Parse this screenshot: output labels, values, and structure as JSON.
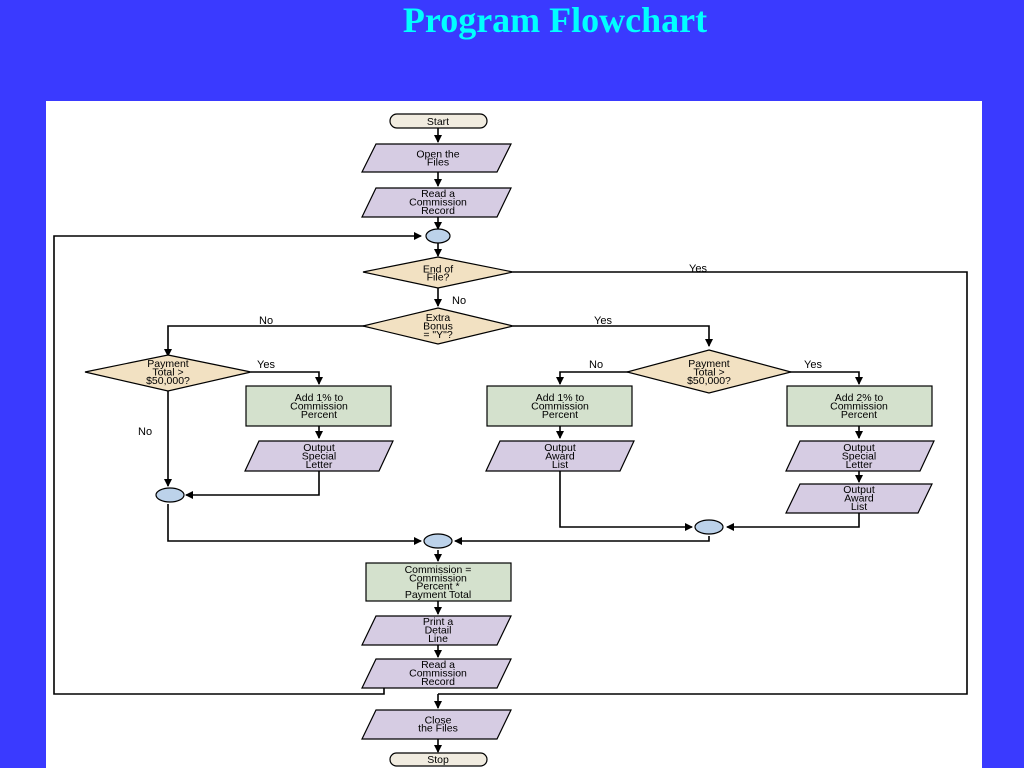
{
  "title": "Program Flowchart",
  "colors": {
    "background": "#3a3aff",
    "title": "#00ffff",
    "terminal": "#f1ece0",
    "io": "#d6cce3",
    "process": "#d4e1cd",
    "decision": "#f2e1c2",
    "connector": "#bcd2ea"
  },
  "nodes": {
    "start": "Start",
    "open_files": [
      "Open the",
      "Files"
    ],
    "read_record_1": [
      "Read a",
      "Commission",
      "Record"
    ],
    "end_of_file": [
      "End of",
      "File?"
    ],
    "extra_bonus": [
      "Extra",
      "Bonus",
      "= \"Y\"?"
    ],
    "payment_left": [
      "Payment",
      "Total >",
      "$50,000?"
    ],
    "payment_right": [
      "Payment",
      "Total >",
      "$50,000?"
    ],
    "add1_left": [
      "Add 1% to",
      "Commission",
      "Percent"
    ],
    "add1_mid": [
      "Add 1% to",
      "Commission",
      "Percent"
    ],
    "add2_right": [
      "Add 2% to",
      "Commission",
      "Percent"
    ],
    "special_letter_left": [
      "Output",
      "Special",
      "Letter"
    ],
    "award_list_mid": [
      "Output",
      "Award",
      "List"
    ],
    "special_letter_right": [
      "Output",
      "Special",
      "Letter"
    ],
    "award_list_right": [
      "Output",
      "Award",
      "List"
    ],
    "commission_calc": [
      "Commission =",
      "Commission",
      "Percent *",
      "Payment Total"
    ],
    "print_detail": [
      "Print a",
      "Detail",
      "Line"
    ],
    "read_record_2": [
      "Read a",
      "Commission",
      "Record"
    ],
    "close_files": [
      "Close",
      "the Files"
    ],
    "stop": "Stop"
  },
  "edge_labels": {
    "eof_yes": "Yes",
    "eof_no": "No",
    "bonus_no": "No",
    "bonus_yes": "Yes",
    "left_yes": "Yes",
    "left_no": "No",
    "right_no": "No",
    "right_yes": "Yes"
  }
}
